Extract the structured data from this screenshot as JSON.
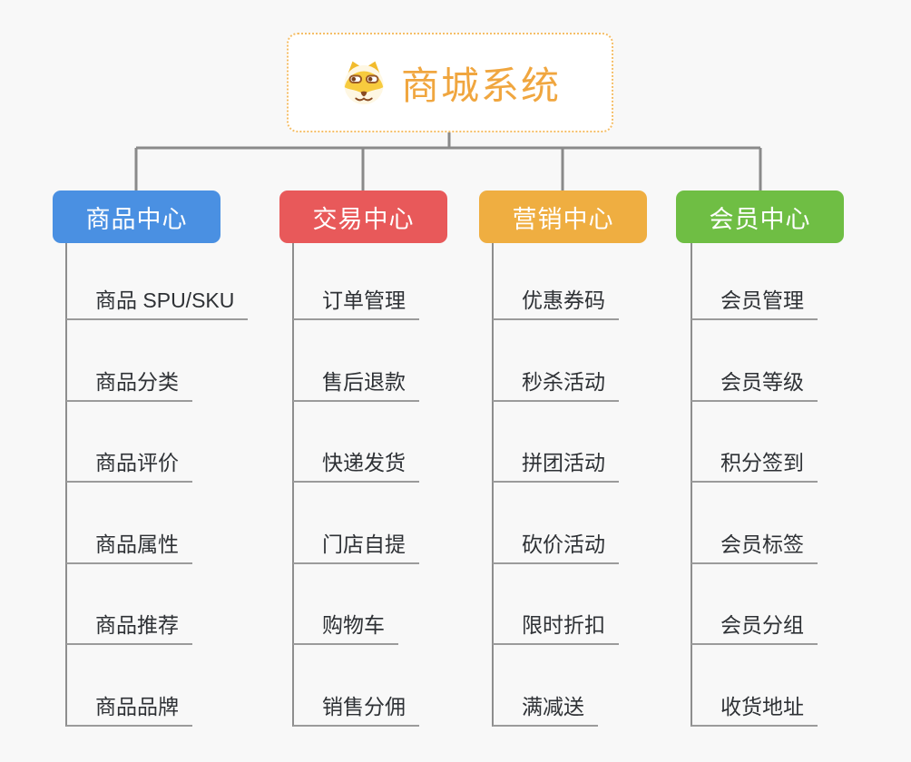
{
  "root": {
    "title": "商城系统",
    "icon": "shiba-dog-icon",
    "title_color": "#F0A63F",
    "border_color": "#F5BE67"
  },
  "connector_color": "#8A8A8A",
  "underline_color": "#9B9B9B",
  "background_color": "#F8F8F8",
  "branches": [
    {
      "label": "商品中心",
      "color": "#4A90E2",
      "items": [
        "商品 SPU/SKU",
        "商品分类",
        "商品评价",
        "商品属性",
        "商品推荐",
        "商品品牌"
      ]
    },
    {
      "label": "交易中心",
      "color": "#E8595A",
      "items": [
        "订单管理",
        "售后退款",
        "快递发货",
        "门店自提",
        "购物车",
        "销售分佣"
      ]
    },
    {
      "label": "营销中心",
      "color": "#EFAE41",
      "items": [
        "优惠券码",
        "秒杀活动",
        "拼团活动",
        "砍价活动",
        "限时折扣",
        "满减送"
      ]
    },
    {
      "label": "会员中心",
      "color": "#6FBE44",
      "items": [
        "会员管理",
        "会员等级",
        "积分签到",
        "会员标签",
        "会员分组",
        "收货地址"
      ]
    }
  ]
}
